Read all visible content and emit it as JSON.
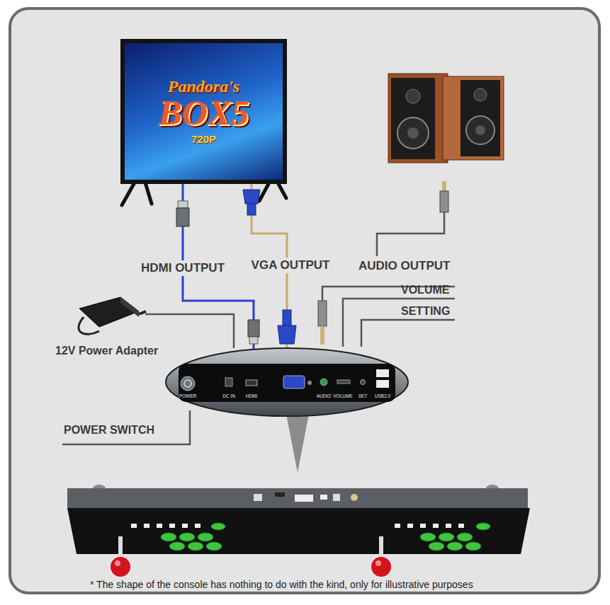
{
  "diagram": {
    "nodes": [
      {
        "text": [
          "Pandora's",
          "BOX5",
          "720P"
        ]
      },
      {
        "text": [
          "POWER",
          "DC IN",
          "HDMI",
          "AUDIO",
          "VOLUME",
          "SET",
          "USB2.0"
        ]
      }
    ],
    "edges": [
      {
        "from": 0,
        "to": 1,
        "label": "HDMI OUTPUT",
        "arrow": "none"
      },
      {
        "from": 0,
        "to": 1,
        "label": "VGA OUTPUT",
        "arrow": "none"
      }
    ],
    "labels": [
      "AUDIO OUTPUT",
      "VOLUME",
      "SETTING",
      "12V Power Adapter",
      "POWER SWITCH",
      "* The shape of the console has nothing to do with the kind, only for illustrative purposes"
    ]
  }
}
